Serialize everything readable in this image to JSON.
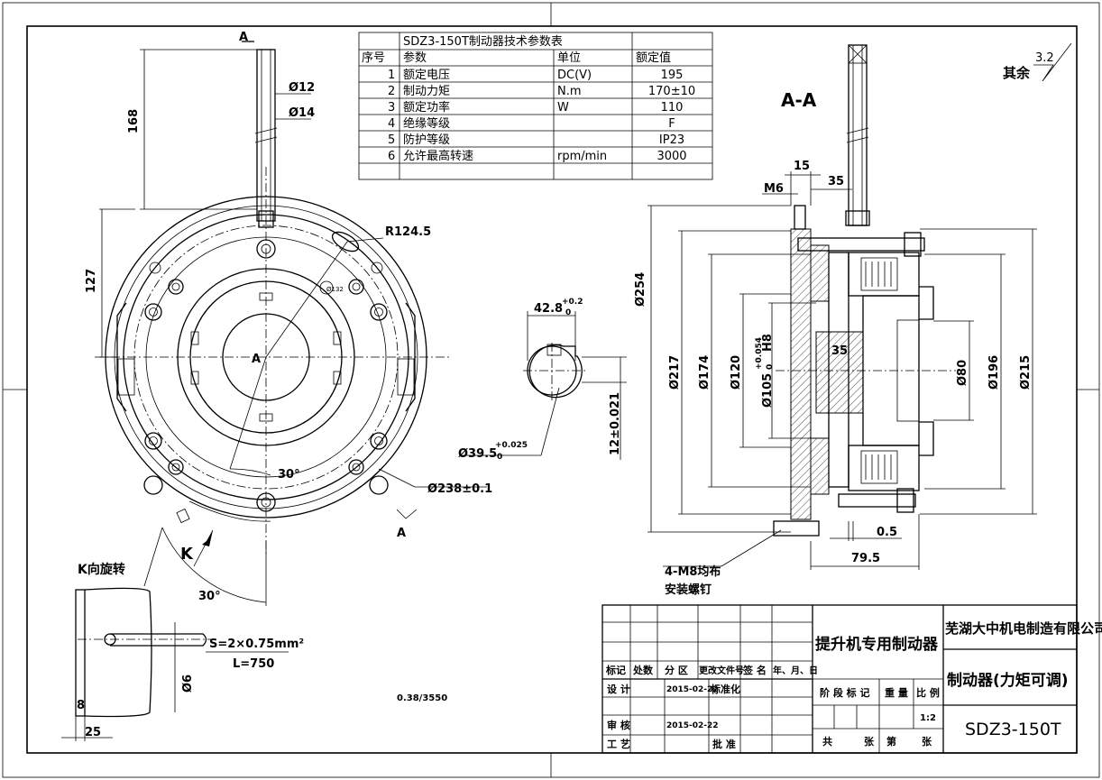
{
  "spec_table": {
    "title": "SDZ3-150T制动器技术参数表",
    "headers": [
      "序号",
      "参数",
      "单位",
      "额定值"
    ],
    "rows": [
      {
        "no": "1",
        "param": "额定电压",
        "unit": "DC(V)",
        "value": "195"
      },
      {
        "no": "2",
        "param": "制动力矩",
        "unit": "N.m",
        "value": "170±10"
      },
      {
        "no": "3",
        "param": "额定功率",
        "unit": "W",
        "value": "110"
      },
      {
        "no": "4",
        "param": "绝缘等级",
        "unit": "",
        "value": "F"
      },
      {
        "no": "5",
        "param": "防护等级",
        "unit": "",
        "value": "IP23"
      },
      {
        "no": "6",
        "param": "允许最高转速",
        "unit": "rpm/min",
        "value": "3000"
      }
    ]
  },
  "surface": {
    "label": "其余",
    "roughness": "3.2"
  },
  "front_view": {
    "section_mark": "A",
    "d_shaft_1": "Ø12",
    "d_shaft_2": "Ø14",
    "len_168": "168",
    "len_127": "127",
    "radius": "R124.5",
    "small_hole": "Ø132",
    "angle_1": "30°",
    "bolt_circle": "Ø238±0.1",
    "center_label": "A",
    "k_mark": "K"
  },
  "keyway": {
    "width": "42.8",
    "width_tol": "+0.2",
    "width_tol_low": "0",
    "key": "12±0.021",
    "bore": "Ø39.5",
    "bore_tol": "+0.025",
    "bore_tol_low": "0"
  },
  "section_view": {
    "title": "A-A",
    "m6": "M6",
    "d15": "15",
    "d35": "35",
    "d254": "Ø254",
    "d217": "Ø217",
    "d174": "Ø174",
    "d120": "Ø120",
    "d105": "Ø105",
    "d105_tol": "+0.054",
    "d105_tol_low": "0",
    "d105_fit": "H8",
    "hub35": "35",
    "d80": "Ø80",
    "d196": "Ø196",
    "d215": "Ø215",
    "gap": "0.5",
    "width": "79.5",
    "bolts": "4-M8均布",
    "bolts_note": "安装螺钉"
  },
  "k_view": {
    "title": "K向旋转",
    "angle": "30°",
    "wire": "S=2×0.75mm²",
    "length": "L=750",
    "d6": "Ø6",
    "d8": "8",
    "d25": "25"
  },
  "misc_note": "0.38/3550",
  "title_block": {
    "product": "提升机专用制动器",
    "company": "芜湖大中机电制造有限公司",
    "name": "制动器(力矩可调)",
    "model": "SDZ3-150T",
    "rev_headers": [
      "标记",
      "处数",
      "分 区",
      "更改文件号",
      "签 名",
      "年、月、日"
    ],
    "design": "设 计",
    "design_date": "2015-02-22",
    "standard": "标准化",
    "review": "审 核",
    "review_date": "2015-02-22",
    "process": "工 艺",
    "approve": "批 准",
    "stage": "阶 段 标 记",
    "weight": "重 量",
    "ratio": "比 例",
    "scale": "1:2",
    "total": "共",
    "sheets": "张",
    "page": "第",
    "sheets2": "张"
  }
}
